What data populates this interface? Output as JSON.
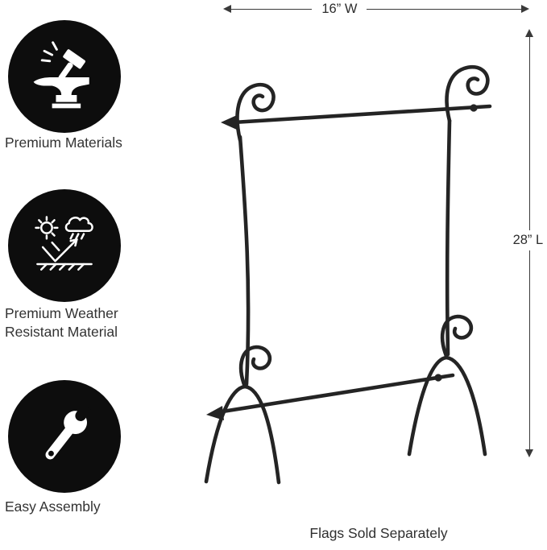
{
  "dimensions": {
    "width_label": "16” W",
    "length_label": "28” L"
  },
  "features": [
    {
      "icon": "anvil-hammer-icon",
      "label": "Premium Materials"
    },
    {
      "icon": "weather-resistant-icon",
      "label": "Premium Weather Resistant Material"
    },
    {
      "icon": "wrench-icon",
      "label": "Easy Assembly"
    }
  ],
  "footnote": "Flags Sold Separately",
  "colors": {
    "icon_bg": "#0d0d0d",
    "icon_fg": "#ffffff",
    "line": "#242424",
    "text": "#2d2d2d"
  }
}
